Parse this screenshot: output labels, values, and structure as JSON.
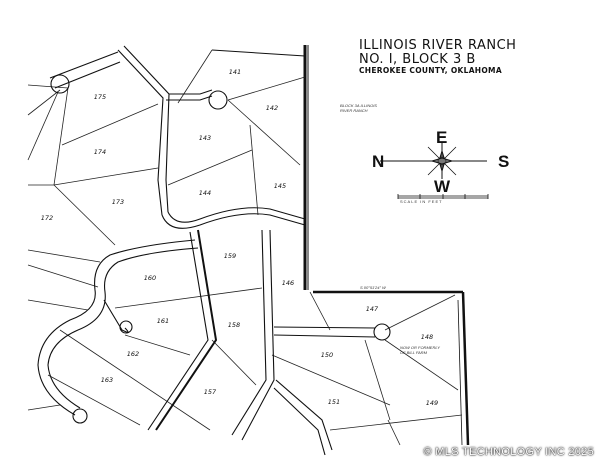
{
  "title": {
    "line1": "ILLINOIS RIVER RANCH",
    "line2": "NO. I,  BLOCK 3 B",
    "line3": "CHEROKEE COUNTY, OKLAHOMA"
  },
  "compass": {
    "top": "E",
    "left": "N",
    "right": "S",
    "bottom": "W",
    "scale_label": "SCALE IN FEET"
  },
  "notes": {
    "adjacent_block": "BLOCK 3A ILLINOIS RIVER RANCH",
    "adjacent_farm": "NOW OR FORMERLY OF BILL FARM",
    "bearing": "S 00°51'24\" W"
  },
  "lots": [
    "141",
    "142",
    "143",
    "144",
    "145",
    "175",
    "174",
    "173",
    "172",
    "159",
    "160",
    "146",
    "147",
    "161",
    "158",
    "148",
    "162",
    "150",
    "163",
    "157",
    "151",
    "149"
  ],
  "watermark": "© MLS TECHNOLOGY INC 2025",
  "colors": {
    "line": "#1a1a1a",
    "background": "#ffffff"
  }
}
